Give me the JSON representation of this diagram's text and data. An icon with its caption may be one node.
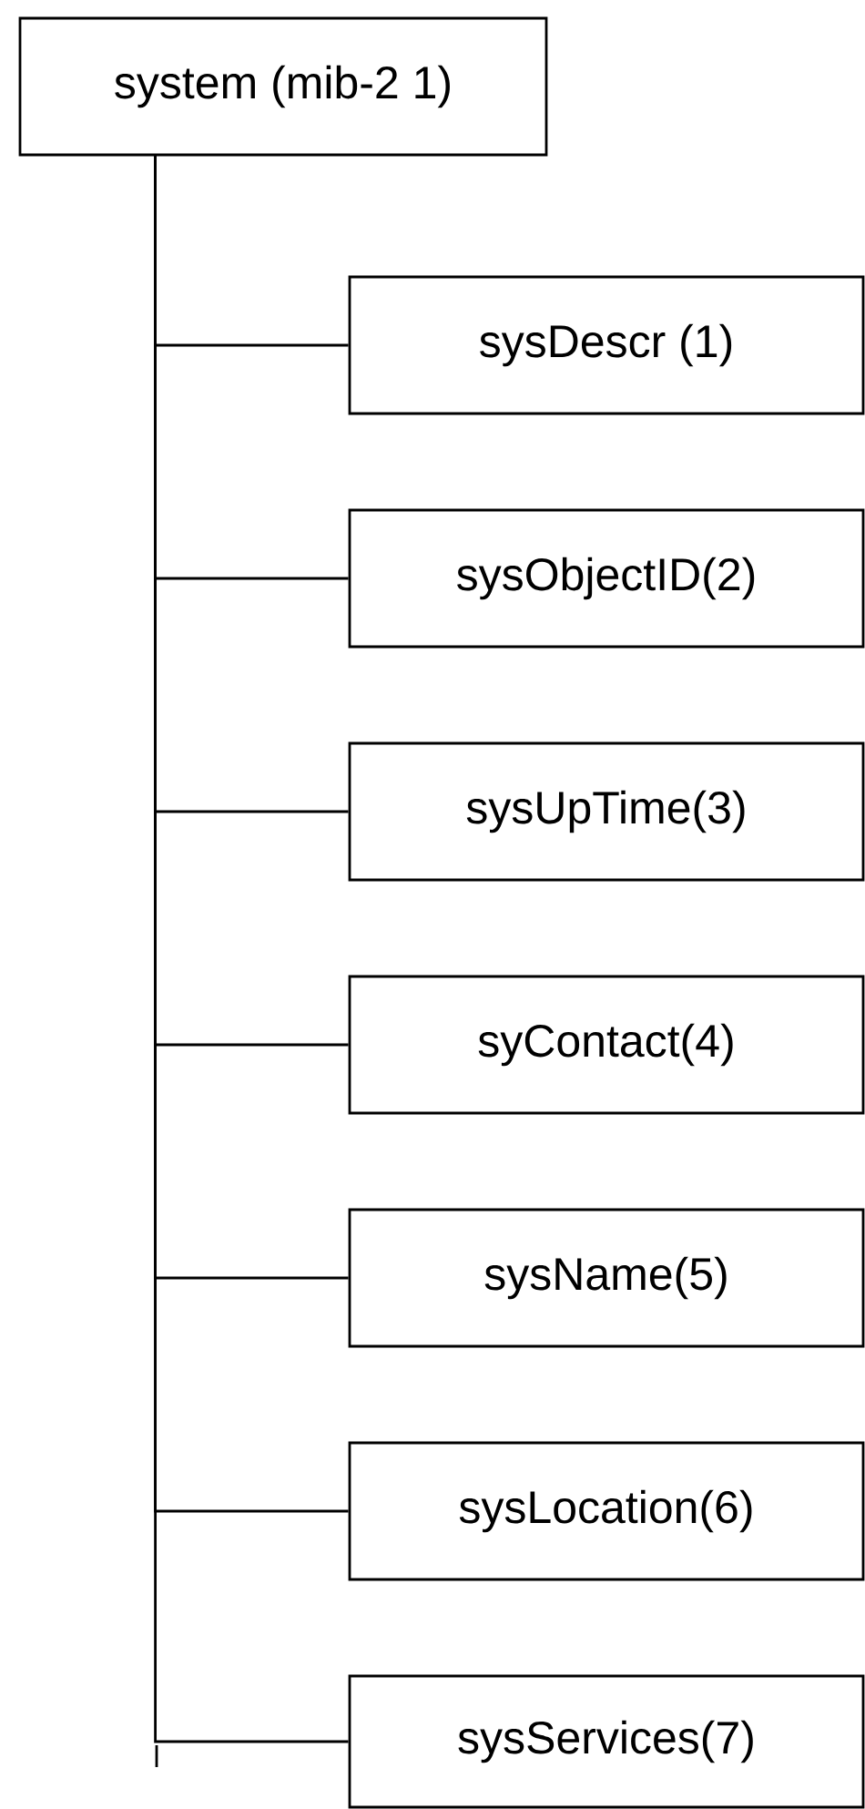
{
  "diagram": {
    "nodes": [
      {
        "text": [
          "system (mib-2 1)"
        ]
      },
      {
        "text": [
          "sysDescr (1)"
        ]
      },
      {
        "text": [
          "sysObjectID(2)"
        ]
      },
      {
        "text": [
          "sysUpTime(3)"
        ]
      },
      {
        "text": [
          "syContact(4)"
        ]
      },
      {
        "text": [
          "sysName(5)"
        ]
      },
      {
        "text": [
          "sysLocation(6)"
        ]
      },
      {
        "text": [
          "sysServices(7)"
        ]
      }
    ],
    "edges": [
      {
        "from": 0,
        "to": 1,
        "arrow": "none"
      },
      {
        "from": 0,
        "to": 2,
        "arrow": "none"
      },
      {
        "from": 0,
        "to": 3,
        "arrow": "none"
      },
      {
        "from": 0,
        "to": 4,
        "arrow": "none"
      },
      {
        "from": 0,
        "to": 5,
        "arrow": "none"
      },
      {
        "from": 0,
        "to": 6,
        "arrow": "none"
      },
      {
        "from": 0,
        "to": 7,
        "arrow": "none"
      }
    ]
  }
}
